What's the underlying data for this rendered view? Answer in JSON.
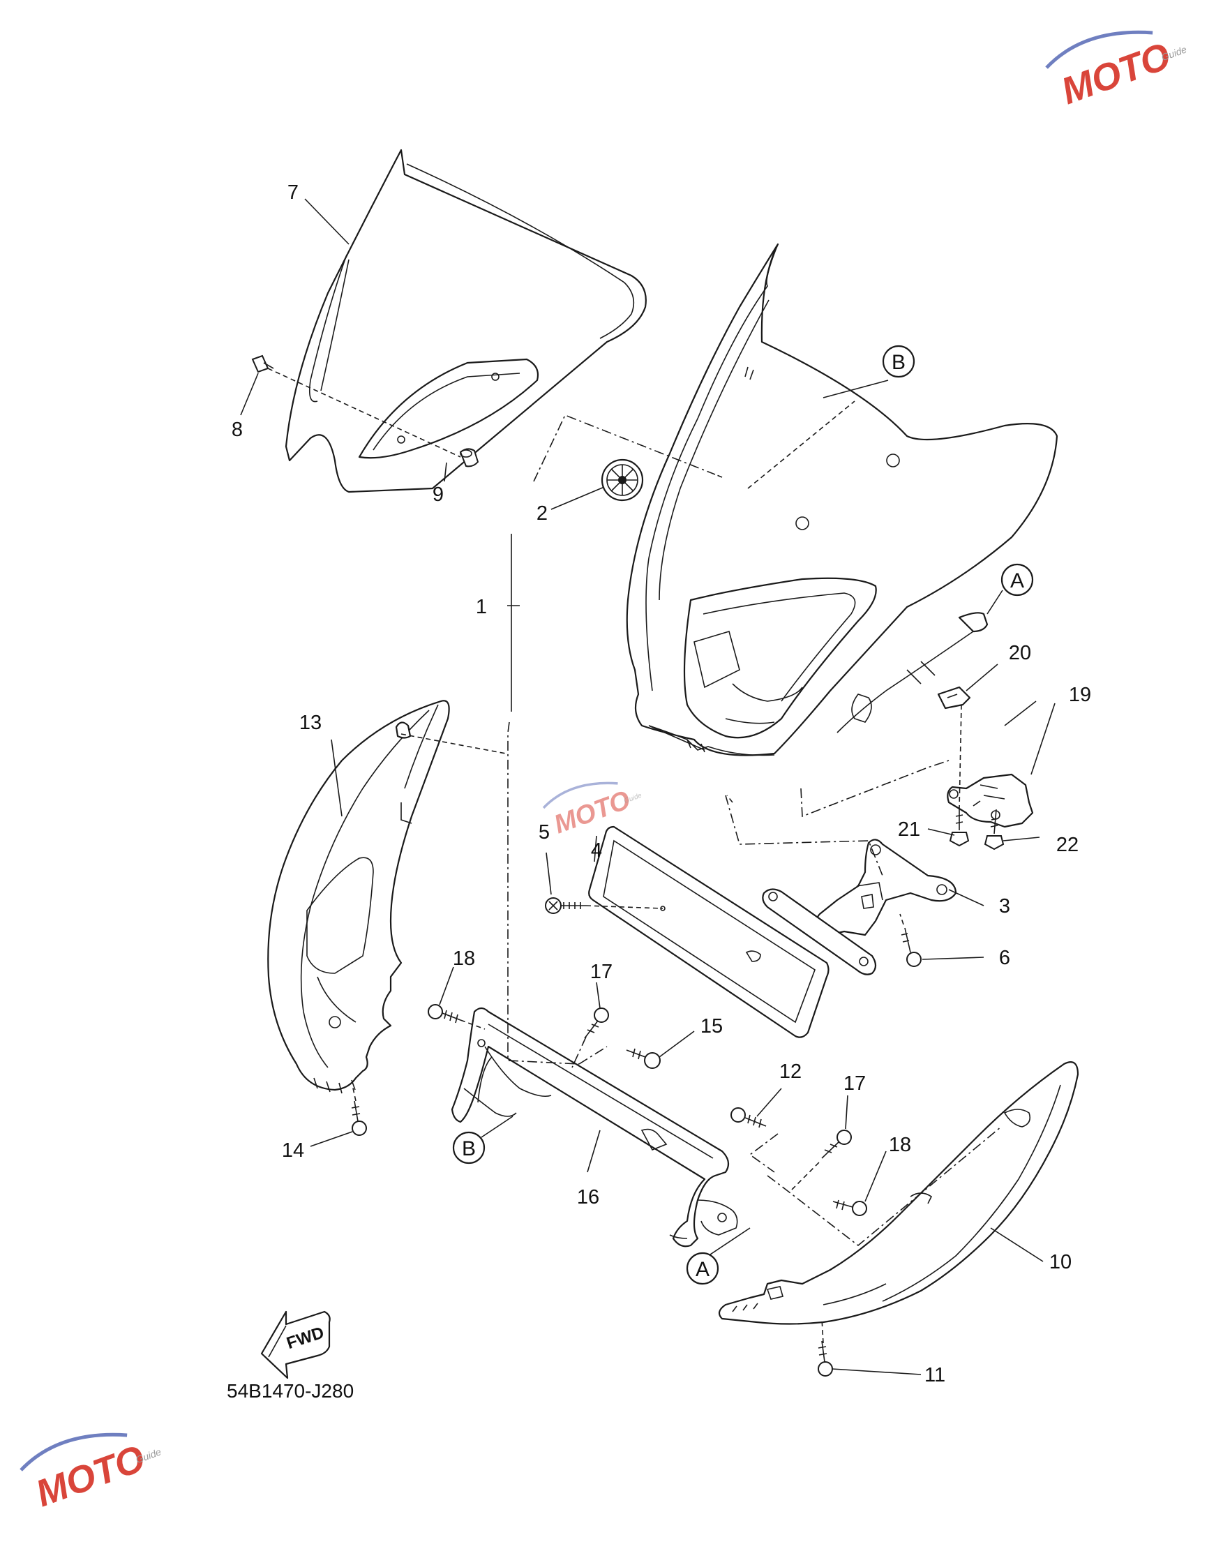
{
  "diagram_code": "54B1470-J280",
  "direction_arrow_label": "FWD",
  "reference_markers": [
    {
      "id": "ref-b-top",
      "label": "B"
    },
    {
      "id": "ref-a-top",
      "label": "A"
    },
    {
      "id": "ref-b-bottom",
      "label": "B"
    },
    {
      "id": "ref-a-bottom",
      "label": "A"
    }
  ],
  "callouts": [
    {
      "id": "c1",
      "label": "1"
    },
    {
      "id": "c2",
      "label": "2"
    },
    {
      "id": "c3",
      "label": "3"
    },
    {
      "id": "c4",
      "label": "4"
    },
    {
      "id": "c5",
      "label": "5"
    },
    {
      "id": "c6",
      "label": "6"
    },
    {
      "id": "c7",
      "label": "7"
    },
    {
      "id": "c8",
      "label": "8"
    },
    {
      "id": "c9",
      "label": "9"
    },
    {
      "id": "c10",
      "label": "10"
    },
    {
      "id": "c11",
      "label": "11"
    },
    {
      "id": "c12",
      "label": "12"
    },
    {
      "id": "c13",
      "label": "13"
    },
    {
      "id": "c14",
      "label": "14"
    },
    {
      "id": "c15",
      "label": "15"
    },
    {
      "id": "c16",
      "label": "16"
    },
    {
      "id": "c17a",
      "label": "17"
    },
    {
      "id": "c17b",
      "label": "17"
    },
    {
      "id": "c18a",
      "label": "18"
    },
    {
      "id": "c18b",
      "label": "18"
    },
    {
      "id": "c19",
      "label": "19"
    },
    {
      "id": "c20",
      "label": "20"
    },
    {
      "id": "c21",
      "label": "21"
    },
    {
      "id": "c22",
      "label": "22"
    }
  ],
  "watermark": {
    "main": "MOTO",
    "sub": "Guide"
  },
  "colors": {
    "line": "#1a1a1a",
    "watermark_red": "#d9453a",
    "watermark_blue": "#6f7fc0",
    "watermark_gray": "#9a9a9a"
  }
}
